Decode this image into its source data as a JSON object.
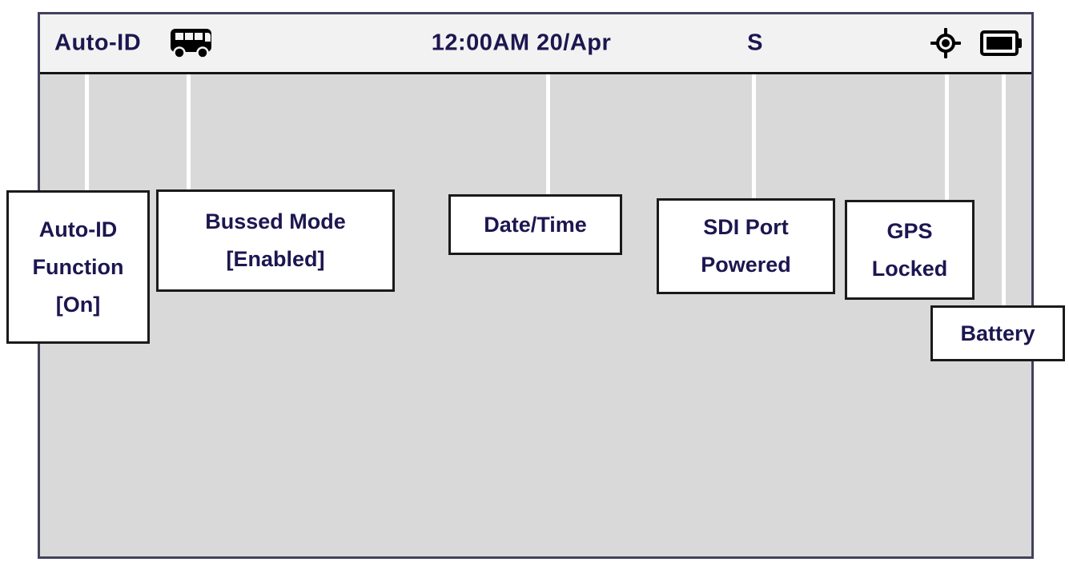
{
  "status_bar": {
    "device_label": "Auto-ID",
    "datetime": "12:00AM 20/Apr",
    "sdi_indicator": "S"
  },
  "icons": {
    "bus": {
      "name": "bus-icon",
      "shape": "svg-bus-silhouette",
      "color": "#000000"
    },
    "gps": {
      "name": "gps-locked-icon",
      "shape": "svg-crosshair-target",
      "color": "#000000"
    },
    "battery": {
      "name": "battery-icon",
      "shape": "svg-battery-full",
      "color": "#000000"
    }
  },
  "callouts": {
    "auto_id_function": {
      "lines": [
        "Auto-ID",
        "Function",
        "[On]"
      ]
    },
    "bussed_mode": {
      "lines": [
        "Bussed Mode",
        "[Enabled]"
      ]
    },
    "date_time": {
      "lines": [
        "Date/Time"
      ]
    },
    "sdi_port": {
      "lines": [
        "SDI Port",
        "Powered"
      ]
    },
    "gps_locked": {
      "lines": [
        "GPS",
        "Locked"
      ]
    },
    "battery": {
      "lines": [
        "Battery"
      ]
    }
  },
  "colors": {
    "text_navy": "#1c1650",
    "statusbar_bg": "#f2f2f2",
    "screen_bg": "#d9d9d9",
    "frame_border": "#42425e",
    "statusbar_separator": "#141414",
    "callout_border": "#1a1a1a",
    "leader_line": "#ffffff"
  }
}
